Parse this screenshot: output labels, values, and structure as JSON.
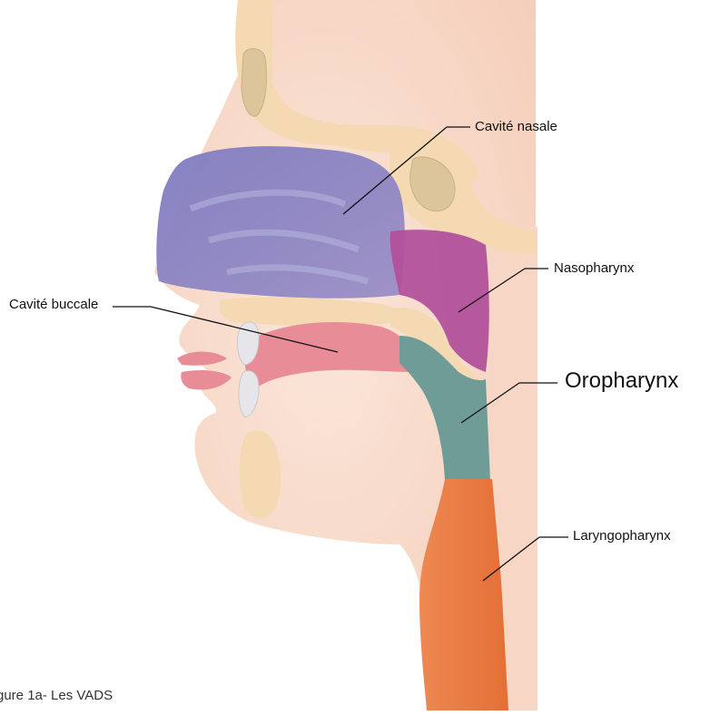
{
  "diagram": {
    "labels": {
      "cavite_nasale": "Cavité nasale",
      "nasopharynx": "Nasopharynx",
      "cavite_buccale": "Cavité buccale",
      "oropharynx": "Oropharynx",
      "laryngopharynx": "Laryngopharynx"
    },
    "caption": "gure 1a- Les VADS",
    "colors": {
      "skin": "#f9dfd2",
      "bone": "#f4d9b3",
      "nasal_cavity": "#8a85bf",
      "nasopharynx": "#b2519b",
      "oral_cavity": "#e88d98",
      "oropharynx": "#6f9c97",
      "laryngopharynx": "#e97a45"
    }
  }
}
